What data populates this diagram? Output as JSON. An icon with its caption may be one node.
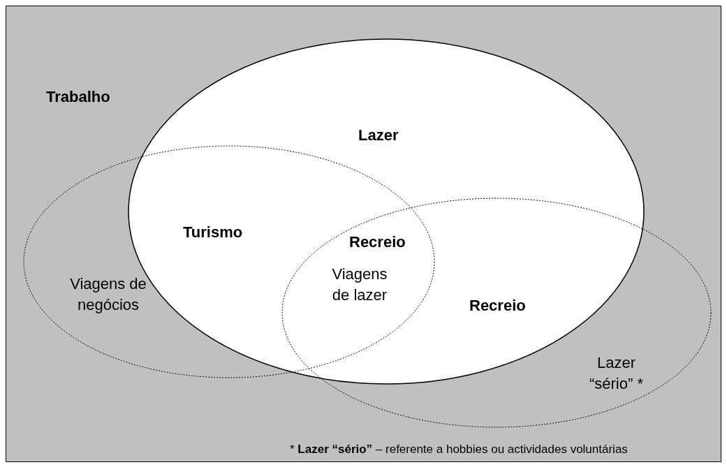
{
  "diagram": {
    "nodes": [
      {
        "text": [
          "Trabalho"
        ]
      },
      {
        "text": [
          "Lazer"
        ],
        "in": 0
      },
      {
        "text": [],
        "shape": "ellipse",
        "in": 0
      },
      {
        "text": [],
        "shape": "ellipse",
        "in": 0
      }
    ],
    "labels": [
      "Turismo",
      "Recreio",
      "Viagens de negócios",
      "Viagens de lazer",
      "Recreio",
      "Lazer “sério” *",
      "* **Lazer “sério”** – referente a hobbies ou actividades voluntárias"
    ]
  }
}
